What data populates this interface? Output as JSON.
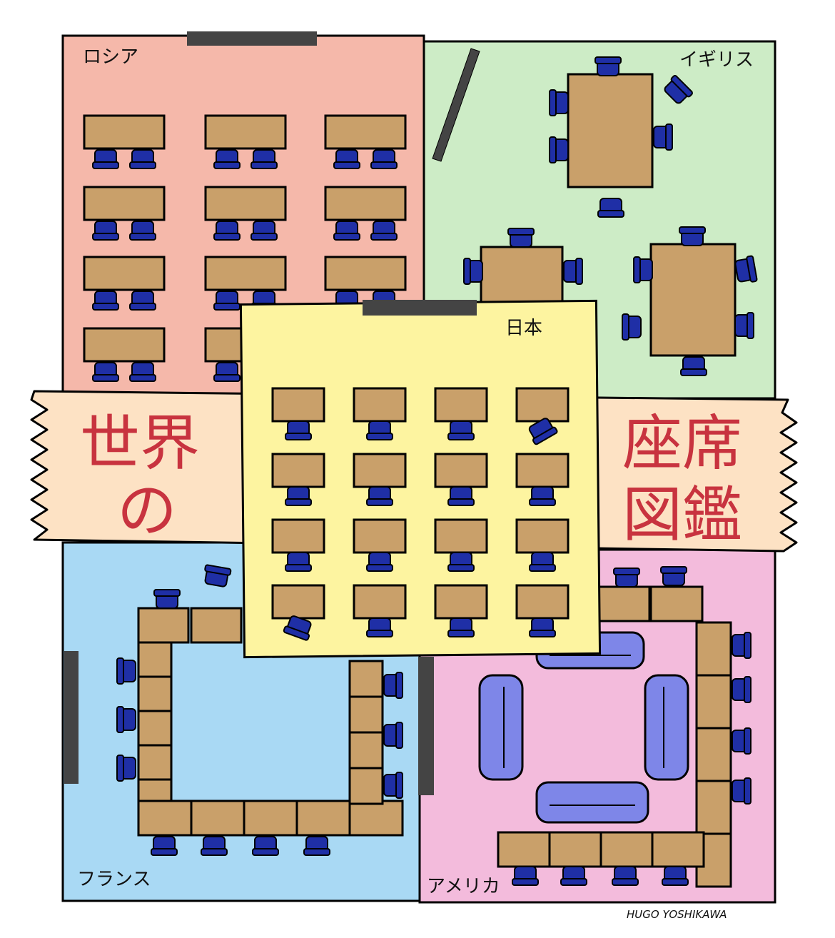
{
  "rooms": {
    "russia": {
      "label": "ロシア"
    },
    "uk": {
      "label": "イギリス"
    },
    "japan": {
      "label": "日本"
    },
    "france": {
      "label": "フランス"
    },
    "usa": {
      "label": "アメリカ"
    }
  },
  "banner": {
    "left_line1": "世界",
    "left_line2": "の",
    "right_line1": "座席",
    "right_line2": "図鑑"
  },
  "signature": "HUGO YOSHIKAWA",
  "colors": {
    "russia": "#f5b8aa",
    "uk": "#cdecc6",
    "japan": "#fdf4a0",
    "france": "#a9d9f4",
    "usa": "#f3bbdc",
    "banner": "#fde2c4",
    "desk": "#c9a06a",
    "chair": "#1f2fa6",
    "sofa": "#7e86e8",
    "board": "#444444",
    "title": "#c8333f"
  }
}
